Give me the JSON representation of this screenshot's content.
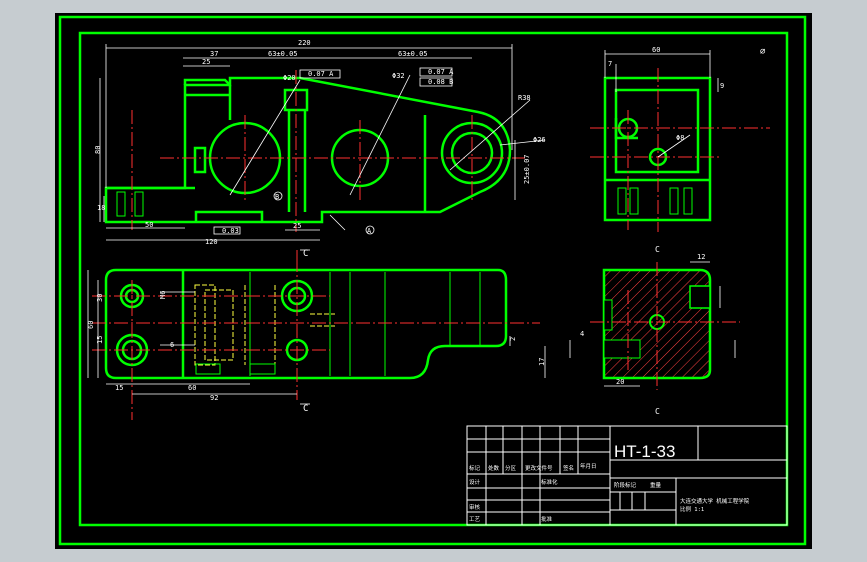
{
  "colors": {
    "background": "#c6ccd0",
    "canvas": "#000000",
    "outline": "#00ff00",
    "dimension": "#ffffff",
    "centerline": "#ff3030",
    "hidden": "#ffff40",
    "hatch": "#ff4040",
    "frame_text": "#ffffff"
  },
  "title_block": {
    "drawing_number": "HT-1-33",
    "sheet_note_1": "大连交通大学 机械工程学院",
    "sheet_note_2": "比例 1:1",
    "label_design": "设计",
    "label_check": "审核",
    "label_process": "工艺",
    "label_standard": "标准化",
    "label_approve": "批准",
    "label_mark": "标记",
    "label_count": "处数",
    "label_zone": "分区",
    "label_change": "更改文件号",
    "label_sign": "签名",
    "label_date": "年月日",
    "label_stage": "阶段标记",
    "label_weight": "重量",
    "label_scale": "比例"
  },
  "front_view": {
    "dim_total": "220",
    "dim_37": "37",
    "dim_25": "25",
    "dim_63a": "63±0.05",
    "dim_63b": "63±0.05",
    "dim_height": "80",
    "dim_18": "18",
    "dim_50": "50",
    "dim_120": "120",
    "dim_25b": "25",
    "dim_r38": "R38",
    "dim_r26": "Φ26",
    "dim_25h": "25±0.07",
    "tol_1": "0.07 A",
    "tol_2": "0.07 A",
    "tol_3": "0.08 B",
    "tol_flat": "0.03",
    "datum_a": "A",
    "datum_b": "B",
    "dim_phi20": "Φ20",
    "dim_phi32": "Φ32"
  },
  "side_view": {
    "dim_60": "60",
    "dim_7": "7",
    "dim_9": "9",
    "dim_08": "Φ8"
  },
  "top_view": {
    "section_c": "C",
    "dim_30": "30",
    "dim_60": "60",
    "dim_15": "15",
    "dim_15b": "15",
    "dim_60b": "60",
    "dim_92": "92",
    "dim_m6": "M6",
    "dim_6": "6",
    "dim_17": "17",
    "dim_2": "2"
  },
  "section_view": {
    "label_c": "C",
    "dim_12": "12",
    "dim_20": "20",
    "dim_4": "4"
  }
}
